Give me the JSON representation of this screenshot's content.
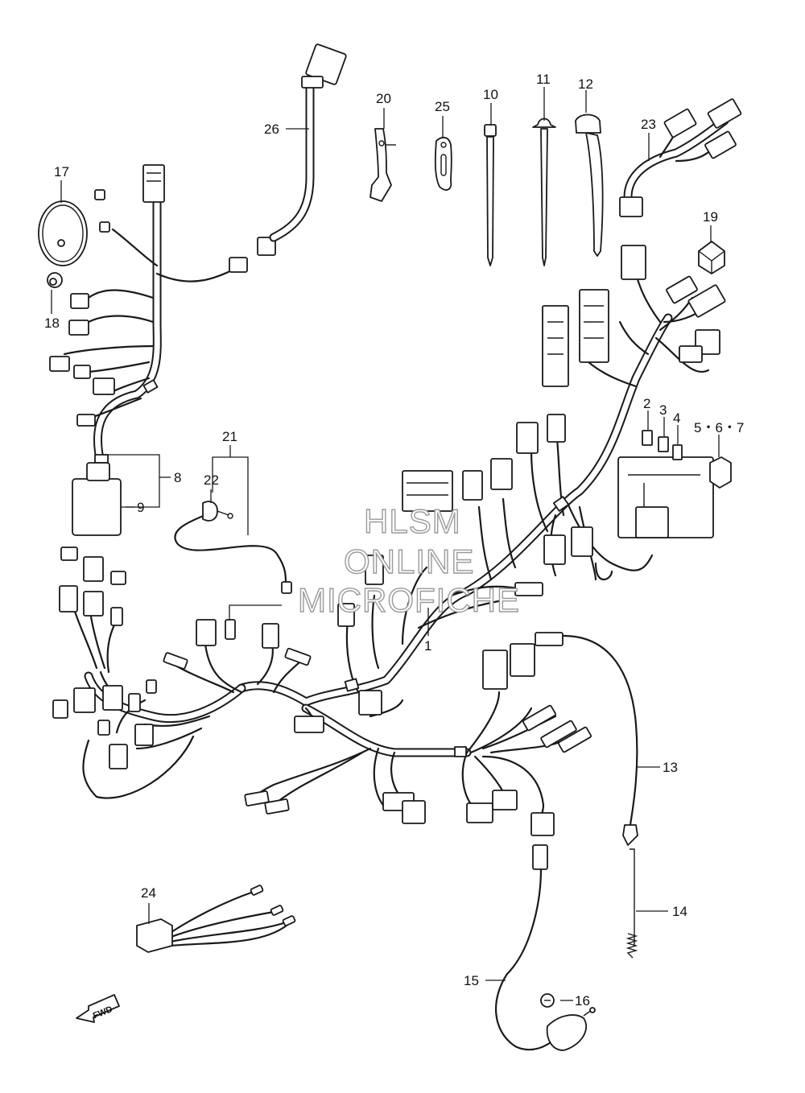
{
  "watermark": {
    "line1": "HLSM",
    "line2": "ONLINE",
    "line3": "MICROFICHE"
  },
  "direction_arrow": "FWD",
  "callouts": {
    "c1": "1",
    "c2": "2",
    "c3": "3",
    "c4": "4",
    "c567": "5・6・7",
    "c8": "8",
    "c9": "9",
    "c10": "10",
    "c11": "11",
    "c12": "12",
    "c13": "13",
    "c14": "14",
    "c15": "15",
    "c16": "16",
    "c17": "17",
    "c18": "18",
    "c19": "19",
    "c20": "20",
    "c21": "21",
    "c22": "22",
    "c23": "23",
    "c24": "24",
    "c25": "25",
    "c26": "26"
  }
}
